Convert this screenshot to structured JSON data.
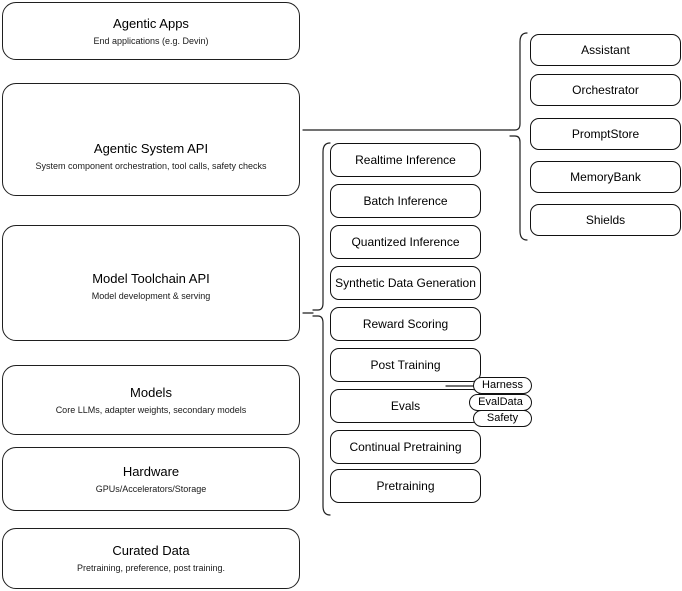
{
  "diagram": {
    "title": "Agentic stack layers",
    "stroke_color": "#1f1f1f",
    "background_color": "#ffffff"
  },
  "layers": [
    {
      "id": "agentic-apps",
      "title": "Agentic Apps",
      "subtitle": "End applications (e.g. Devin)"
    },
    {
      "id": "agentic-system-api",
      "title": "Agentic System API",
      "subtitle": "System component orchestration, tool calls, safety checks"
    },
    {
      "id": "model-toolchain-api",
      "title": "Model Toolchain API",
      "subtitle": "Model development & serving"
    },
    {
      "id": "models",
      "title": "Models",
      "subtitle": "Core LLMs, adapter weights, secondary models"
    },
    {
      "id": "hardware",
      "title": "Hardware",
      "subtitle": "GPUs/Accelerators/Storage"
    },
    {
      "id": "curated-data",
      "title": "Curated Data",
      "subtitle": "Pretraining, preference, post training."
    }
  ],
  "toolchain_components": [
    {
      "id": "realtime-inference",
      "label": "Realtime Inference"
    },
    {
      "id": "batch-inference",
      "label": "Batch Inference"
    },
    {
      "id": "quantized-inference",
      "label": "Quantized Inference"
    },
    {
      "id": "synthetic-data-generation",
      "label": "Synthetic Data Generation"
    },
    {
      "id": "reward-scoring",
      "label": "Reward Scoring"
    },
    {
      "id": "post-training",
      "label": "Post Training"
    },
    {
      "id": "evals",
      "label": "Evals"
    },
    {
      "id": "continual-pretraining",
      "label": "Continual Pretraining"
    },
    {
      "id": "pretraining",
      "label": "Pretraining"
    }
  ],
  "system_components": [
    {
      "id": "assistant",
      "label": "Assistant"
    },
    {
      "id": "orchestrator",
      "label": "Orchestrator"
    },
    {
      "id": "promptstore",
      "label": "PromptStore"
    },
    {
      "id": "memorybank",
      "label": "MemoryBank"
    },
    {
      "id": "shields",
      "label": "Shields"
    }
  ],
  "evals_subcomponents": [
    {
      "id": "harness",
      "label": "Harness"
    },
    {
      "id": "evaldata",
      "label": "EvalData"
    },
    {
      "id": "safety",
      "label": "Safety"
    }
  ]
}
